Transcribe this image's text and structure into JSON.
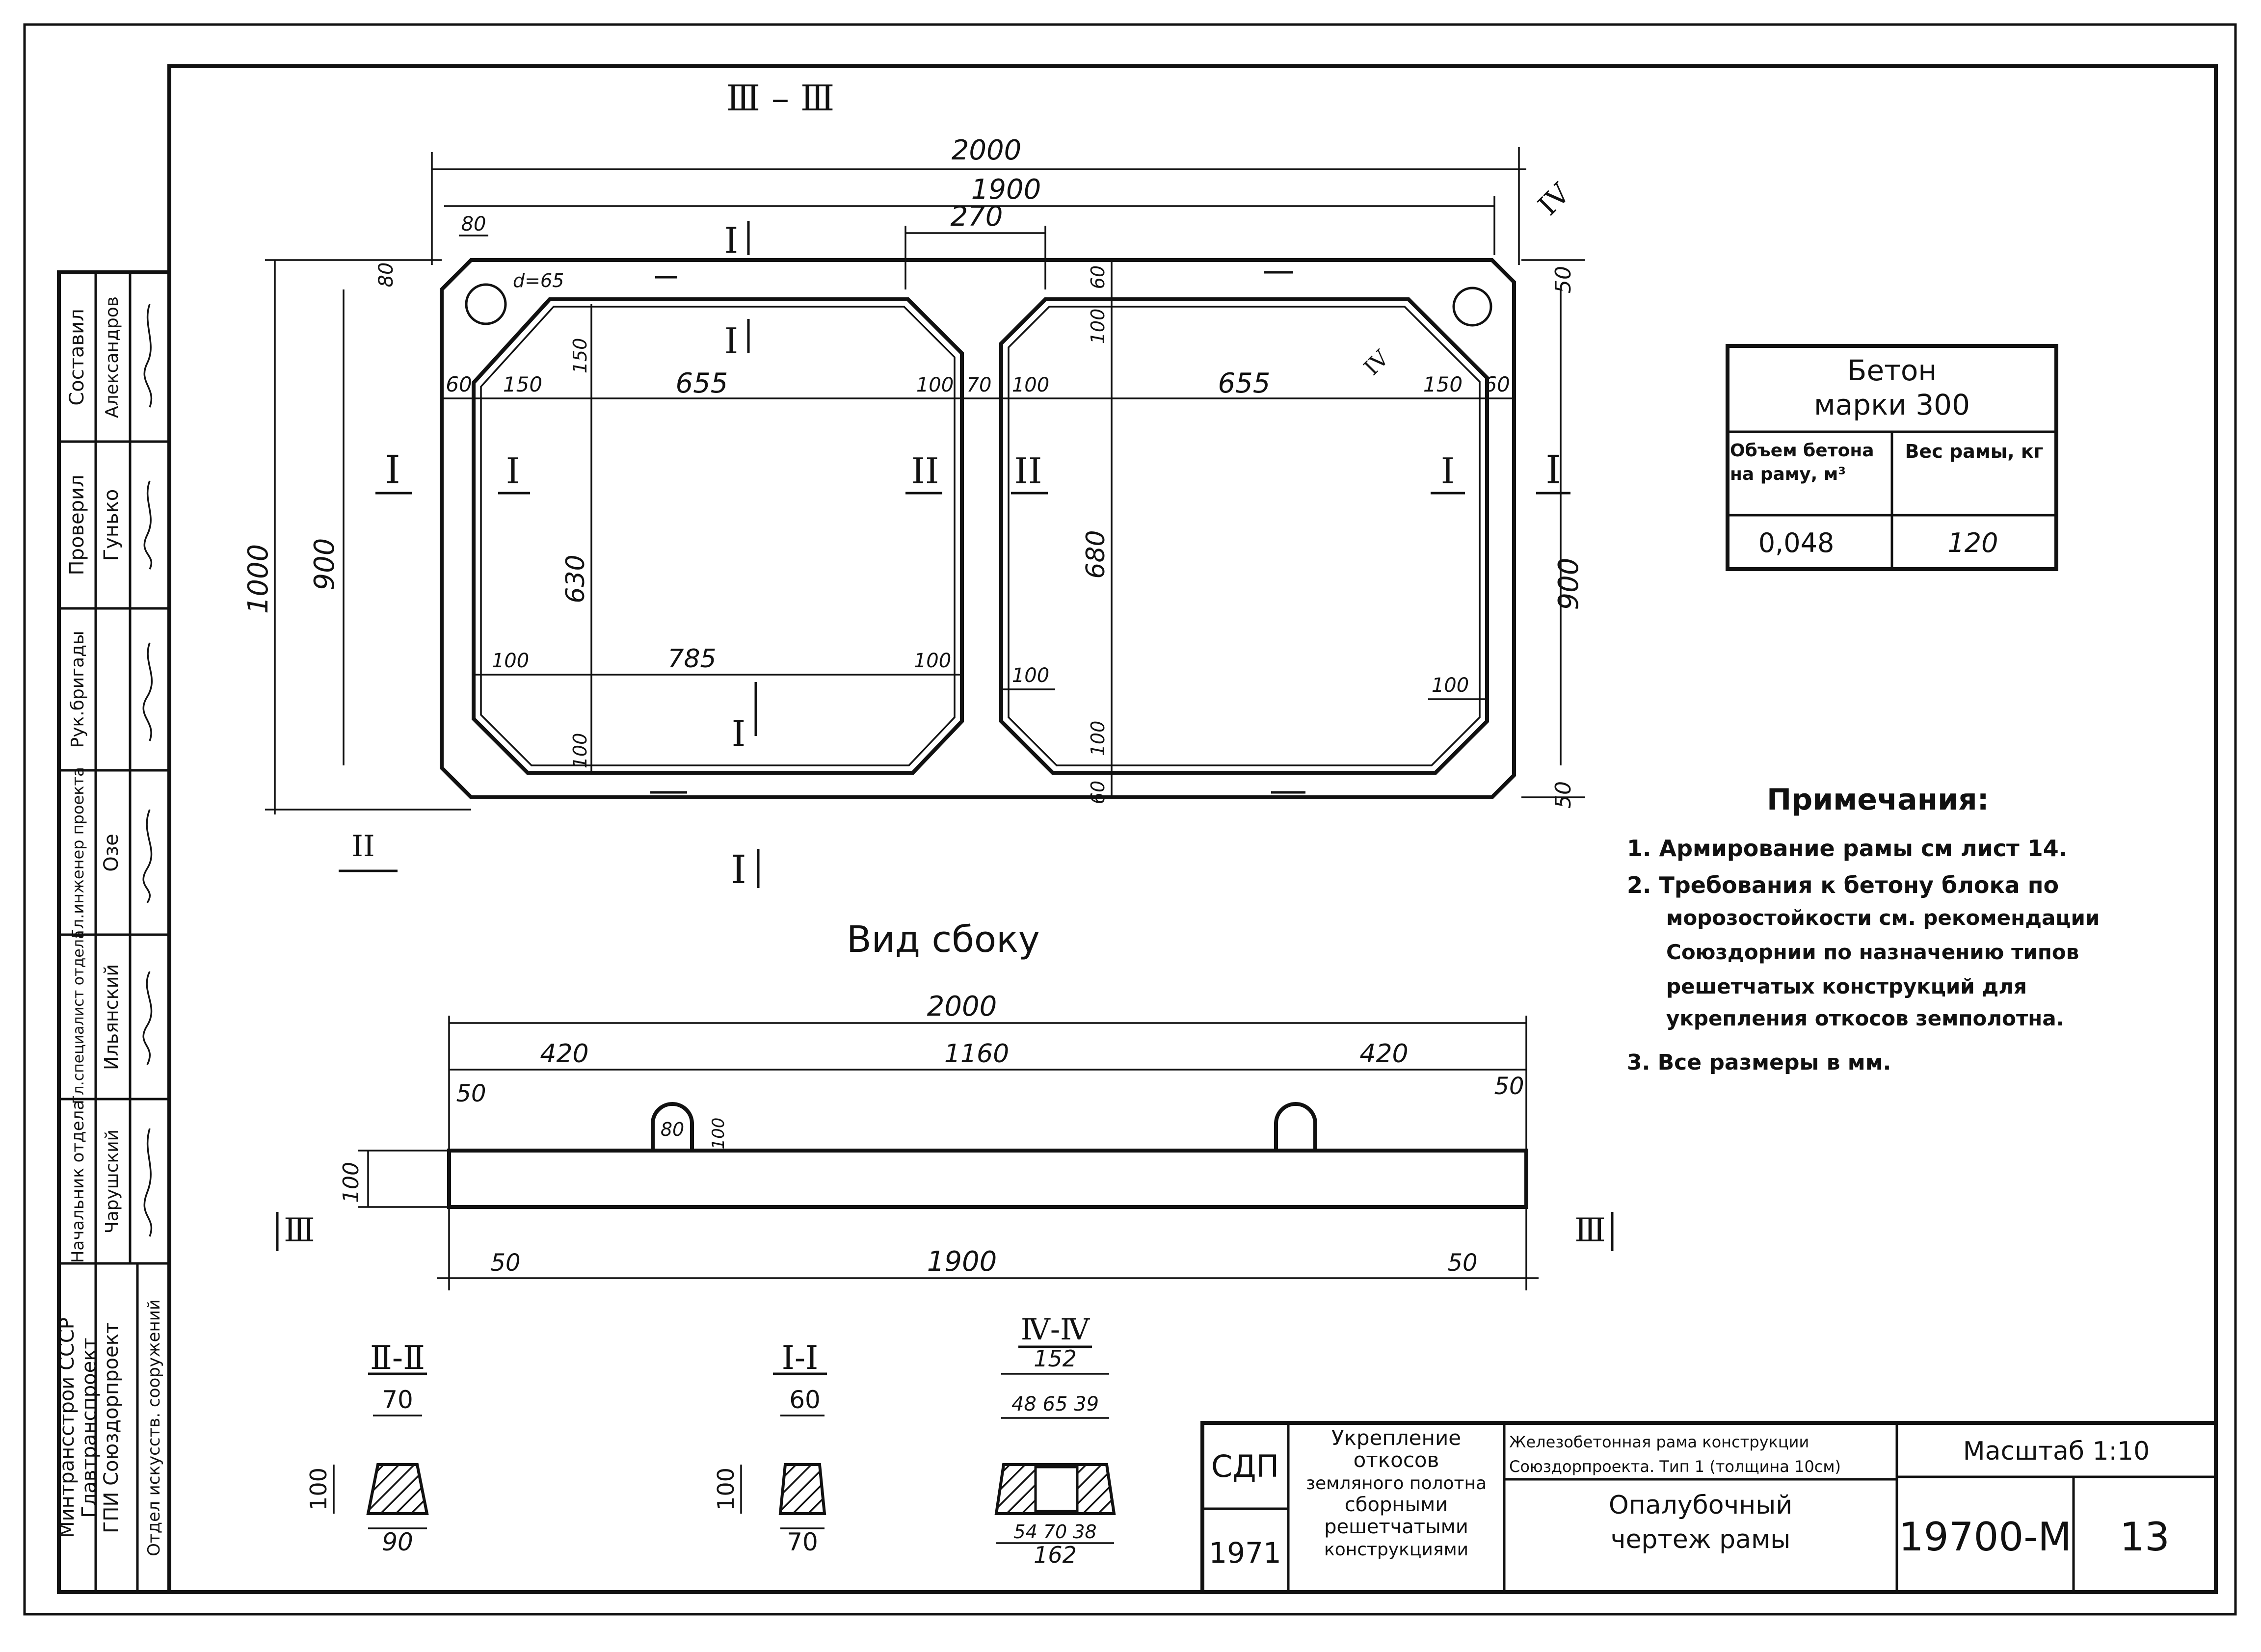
{
  "sheet": {
    "section_3_label": "Ⅲ – Ⅲ",
    "plan_dims": {
      "overall_length": "2000",
      "inner_length": "1900",
      "corner_80_h": "80",
      "corner_80_v": "80",
      "hole_d": "d=65",
      "gap_270": "270",
      "top_50": "50",
      "bottom_50": "50",
      "height_1000": "1000",
      "height_900_left": "900",
      "height_900_right": "900",
      "left_60": "60",
      "left_150": "150",
      "left_655": "655",
      "left_100r": "100",
      "mid_70": "70",
      "right_100l": "100",
      "right_655": "655",
      "right_150": "150",
      "right_60": "60",
      "v150": "150",
      "v60": "60",
      "v100": "100",
      "v630": "630",
      "v680": "680",
      "b100_l": "100",
      "b785": "785",
      "b100_r": "100",
      "b100_rl": "100",
      "b100_rr": "100",
      "b100_v": "100",
      "b100_v2": "100",
      "b60": "60"
    },
    "section_marks": {
      "I_top": "I",
      "I_inner_top": "I",
      "I_left_out": "I",
      "I_left_in": "I",
      "II_mid_l": "II",
      "II_mid_r": "II",
      "I_right_in": "I",
      "I_right_out": "I",
      "I_bottom_in": "I",
      "I_bottom_out": "I",
      "II_left_bottom": "II",
      "IV_top": "IV",
      "IV_inner": "IV"
    },
    "concrete_table": {
      "title_line1": "Бетон",
      "title_line2": "марки 300",
      "col1_header": "Объем бетона на раму, м³",
      "col2_header": "Вес рамы, кг",
      "col1_value": "0,048",
      "col2_value": "120"
    },
    "notes": {
      "title": "Примечания:",
      "items": [
        "1. Армирование рамы см лист 14.",
        "2. Требования к бетону блока по",
        "морозостойкости см. рекомендации",
        "Союздорнии по назначению типов",
        "решетчатых конструкций для",
        "укрепления откосов земполотна.",
        "3. Все размеры в мм."
      ]
    },
    "side_view": {
      "title": "Вид сбоку",
      "overall": "2000",
      "seg_420_l": "420",
      "seg_1160": "1160",
      "seg_420_r": "420",
      "end_50_l": "50",
      "end_50_r": "50",
      "height_100": "100",
      "loop_80": "80",
      "loop_100": "100",
      "bottom_50_l": "50",
      "bottom_1900": "1900",
      "bottom_50_r": "50",
      "mark_left": "Ⅲ",
      "mark_right": "Ⅲ"
    },
    "sections": {
      "s2_title": "Ⅱ-Ⅱ",
      "s2_top": "70",
      "s2_height": "100",
      "s2_bottom": "90",
      "s1_title": "Ⅰ-Ⅰ",
      "s1_top": "60",
      "s1_height": "100",
      "s1_bottom": "70",
      "s4_title": "Ⅳ-Ⅳ",
      "s4_overall_top": "152",
      "s4_top_parts": "48 65 39",
      "s4_bottom_parts": "54 70 38",
      "s4_overall_bottom": "162"
    },
    "side_stamp": {
      "org": [
        "Минтрансстрой СССР",
        "Главтранспроект",
        "ГПИ Союздорпроект"
      ],
      "dept": "Отдел искусств. сооружений",
      "roles": [
        "Начальник отдела",
        "Гл.специалист отдела",
        "Гл.инженер проекта",
        "Рук.бригады",
        "Проверил",
        "Составил"
      ],
      "names": [
        "Чарушский",
        "Ильянский",
        "Озе",
        "",
        "Гунько",
        "Александров"
      ]
    },
    "title_block": {
      "code": "СДП",
      "year": "1971",
      "subject": [
        "Укрепление",
        "откосов",
        "земляного полотна",
        "сборными",
        "решетчатыми",
        "конструкциями"
      ],
      "desc_top": [
        "Железобетонная рама конструкции",
        "Союздорпроекта. Тип 1 (толщина 10см)"
      ],
      "desc_bottom": [
        "Опалубочный",
        "чертеж рамы"
      ],
      "scale": "Масштаб 1:10",
      "number": "19700-М",
      "sheet": "13"
    }
  }
}
